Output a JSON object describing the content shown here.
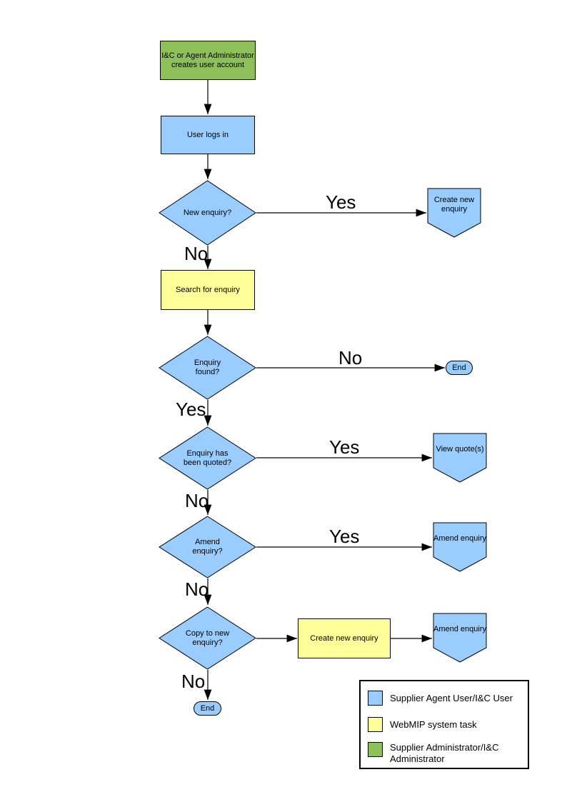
{
  "colors": {
    "blue": "#99CCFF",
    "yellow": "#FFFF99",
    "green": "#8EC05A",
    "line": "#000000",
    "bg": "#FFFFFF"
  },
  "nodes": {
    "admin_create": {
      "label": "I&C or Agent Administrator\ncreates user account"
    },
    "user_login": {
      "label": "User logs in"
    },
    "q_new_enquiry": {
      "label": "New enquiry?"
    },
    "create_new_enquiry_conn": {
      "label": "Create new\nenquiry"
    },
    "search_for_enquiry": {
      "label": "Search for enquiry"
    },
    "q_enquiry_found": {
      "label": "Enquiry\nfound?"
    },
    "end_1": {
      "label": "End"
    },
    "q_enquiry_quoted": {
      "label": "Enquiry has\nbeen quoted?"
    },
    "view_quotes": {
      "label": "View quote(s)"
    },
    "q_amend_enquiry": {
      "label": "Amend\nenquiry?"
    },
    "amend_enquiry_1": {
      "label": "Amend enquiry"
    },
    "q_copy_to_new": {
      "label": "Copy to new\nenquiry?"
    },
    "create_new_enquiry_task": {
      "label": "Create new enquiry"
    },
    "amend_enquiry_2": {
      "label": "Amend enquiry"
    },
    "end_2": {
      "label": "End"
    }
  },
  "edges": {
    "new_enquiry_yes": "Yes",
    "new_enquiry_no": "No",
    "enquiry_found_no": "No",
    "enquiry_found_yes": "Yes",
    "quoted_yes": "Yes",
    "quoted_no": "No",
    "amend_yes": "Yes",
    "amend_no": "No",
    "copy_no": "No"
  },
  "legend": {
    "items": [
      {
        "label": "Supplier Agent User/I&C User",
        "color": "blue"
      },
      {
        "label": "WebMIP system task",
        "color": "yellow"
      },
      {
        "label": "Supplier Administrator/I&C Administrator",
        "color": "green"
      }
    ]
  }
}
